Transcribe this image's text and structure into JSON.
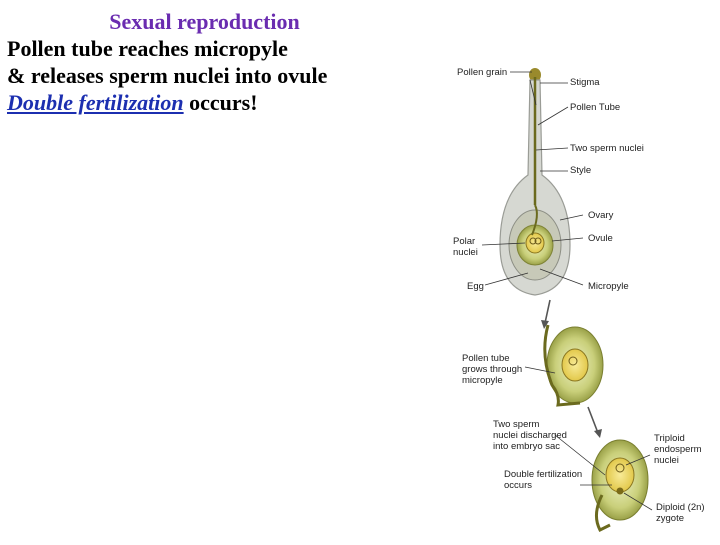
{
  "heading": {
    "title": "Sexual reproduction",
    "line1": "Pollen tube reaches micropyle",
    "line2": "& releases sperm nuclei into ovule",
    "line3_term": "Double fertilization",
    "line3_rest": " occurs!"
  },
  "diagram": {
    "labels": {
      "pollen_grain": "Pollen grain",
      "stigma": "Stigma",
      "pollen_tube": "Pollen Tube",
      "two_sperm_nuclei": "Two sperm nuclei",
      "style": "Style",
      "ovary": "Ovary",
      "polar_nuclei": "Polar\nnuclei",
      "ovule": "Ovule",
      "egg": "Egg",
      "micropyle": "Micropyle",
      "pollen_tube_grows": "Pollen tube\ngrows through\nmicropyle",
      "two_sperm_discharged": "Two sperm\nnuclei discharged\ninto embryo sac",
      "triploid_endosperm": "Triploid\nendosperm\nnuclei",
      "double_fertilization": "Double fertilization\noccurs",
      "diploid_zygote": "Diploid (2n)\nzygote"
    },
    "colors": {
      "tube": "#6b6a1e",
      "ovary_outer": "#d0d2cc",
      "ovule_fill": "#c8c96a",
      "embryo_sac": "#f3e07a",
      "arrow": "#555555"
    }
  }
}
